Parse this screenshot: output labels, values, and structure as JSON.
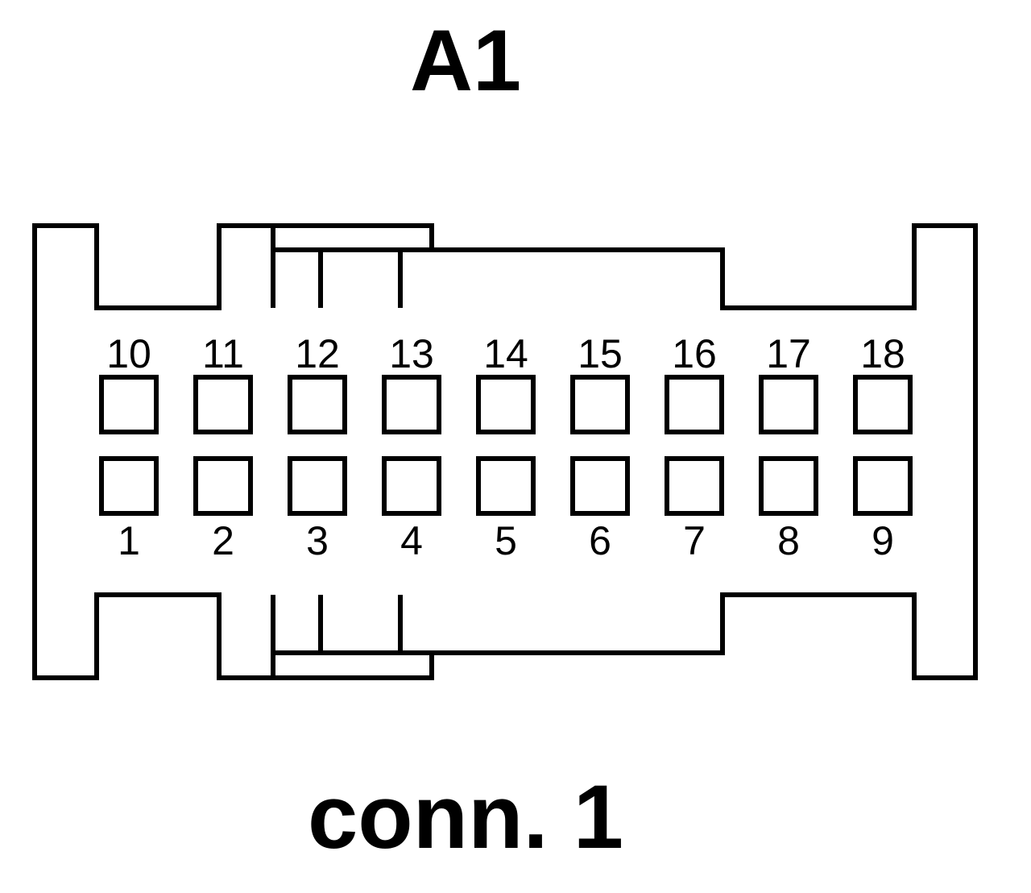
{
  "connector": {
    "id_label": "A1",
    "caption": "conn. 1",
    "top_row_pins": [
      "10",
      "11",
      "12",
      "13",
      "14",
      "15",
      "16",
      "17",
      "18"
    ],
    "bottom_row_pins": [
      "1",
      "2",
      "3",
      "4",
      "5",
      "6",
      "7",
      "8",
      "9"
    ]
  },
  "colors": {
    "stroke": "#000000",
    "background": "#ffffff"
  }
}
